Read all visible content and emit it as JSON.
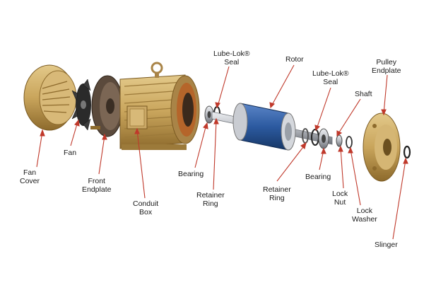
{
  "labels": {
    "fan_cover": [
      "Fan",
      "Cover"
    ],
    "fan": [
      "Fan"
    ],
    "front_endplate": [
      "Front",
      "Endplate"
    ],
    "conduit_box": [
      "Conduit",
      "Box"
    ],
    "bearing_front": [
      "Bearing"
    ],
    "lubelok_seal_front": [
      "Lube-Lok®",
      "Seal"
    ],
    "retainer_ring_front": [
      "Retainer",
      "Ring"
    ],
    "rotor": [
      "Rotor"
    ],
    "retainer_ring_rear": [
      "Retainer",
      "Ring"
    ],
    "lubelok_seal_rear": [
      "Lube-Lok®",
      "Seal"
    ],
    "bearing_rear": [
      "Bearing"
    ],
    "shaft": [
      "Shaft"
    ],
    "lock_nut": [
      "Lock",
      "Nut"
    ],
    "lock_washer": [
      "Lock",
      "Washer"
    ],
    "pulley_endplate": [
      "Pulley",
      "Endplate"
    ],
    "slinger": [
      "Slinger"
    ]
  },
  "colors": {
    "bronze": "#c9a55c",
    "bronze_dark": "#8d6a2c",
    "rotor_blue": "#2c5aa0",
    "steel": "#b9bcc2",
    "copper": "#b5652a",
    "leader": "#c0392b"
  }
}
